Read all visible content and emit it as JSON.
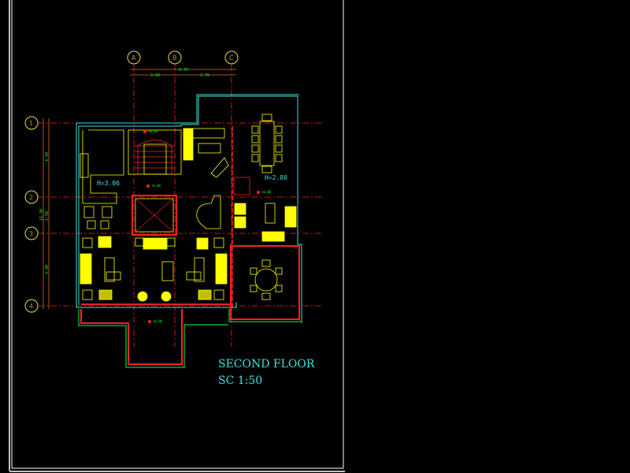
{
  "drawing": {
    "title": "SECOND FLOOR",
    "scale": "SC 1:50",
    "grid_columns": [
      "A",
      "B",
      "C"
    ],
    "grid_rows": [
      "1",
      "2",
      "3",
      "4"
    ],
    "dims_top": {
      "overall": "6.70",
      "a_b": "3.00",
      "b_c": "3.70"
    },
    "dims_left": {
      "overall": "11.30",
      "r1_r2": "4.50",
      "r2_r3": "2.50",
      "r3_r4": "4.40"
    },
    "heights": {
      "left": "H=3.06",
      "right": "H=2.80"
    },
    "level_marks": [
      "+0.00",
      "+0.00",
      "+0.00",
      "+0.00"
    ]
  },
  "colors": {
    "background": "#000000",
    "frame": "#ffffff",
    "wall_outer": "#40e0e0",
    "wall_red": "#ff2020",
    "furniture": "#ffff00",
    "grid": "#ff2020",
    "dimension_text": "#00ff00",
    "title_text": "#40e0e0"
  }
}
